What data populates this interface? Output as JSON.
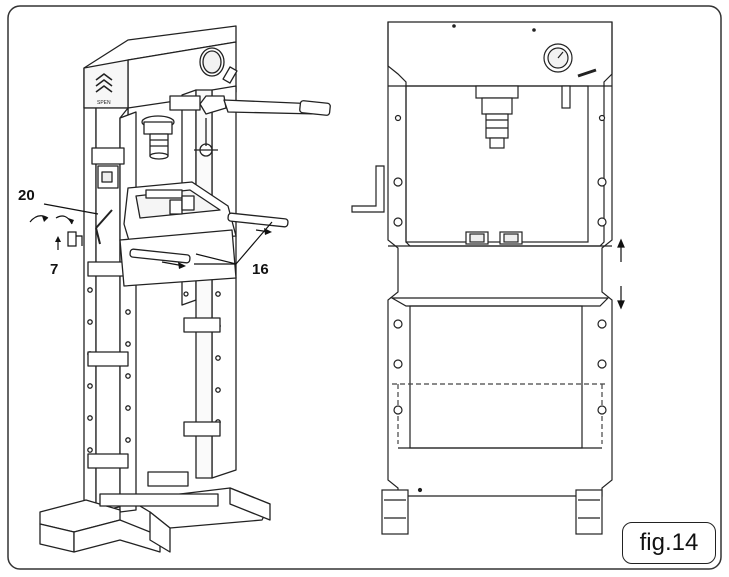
{
  "figure": {
    "label": "fig.14"
  },
  "callouts": {
    "part_20": "20",
    "part_7": "7",
    "part_16": "16"
  },
  "gauge_logo_text": "SPEN",
  "colors": {
    "line": "#222222",
    "dashed": "#444444",
    "frame_border": "#333333"
  }
}
